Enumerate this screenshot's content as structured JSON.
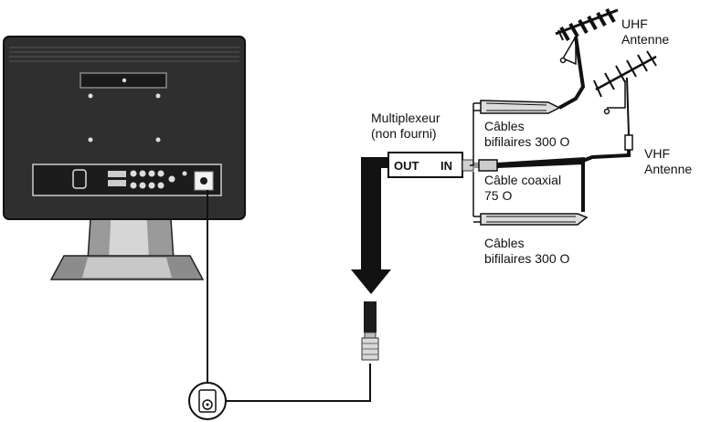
{
  "labels": {
    "uhf_antenna": [
      "UHF",
      "Antenne"
    ],
    "vhf_antenna": [
      "VHF",
      "Antenne"
    ],
    "multiplexer": [
      "Multiplexeur",
      "(non fourni)"
    ],
    "twin_lead_top": [
      "Câbles",
      "bifilaires 300 O"
    ],
    "coaxial": [
      "Câble coaxial",
      "75 O"
    ],
    "twin_lead_bottom": [
      "Câbles",
      "bifilaires 300 O"
    ]
  },
  "multiplexer_ports": {
    "out": "OUT",
    "in": "IN"
  },
  "icons": [
    "tv-back-panel",
    "uhf-antenna-icon",
    "vhf-antenna-icon",
    "coax-plug-icon",
    "rf-jack-icon",
    "down-arrow-icon"
  ]
}
